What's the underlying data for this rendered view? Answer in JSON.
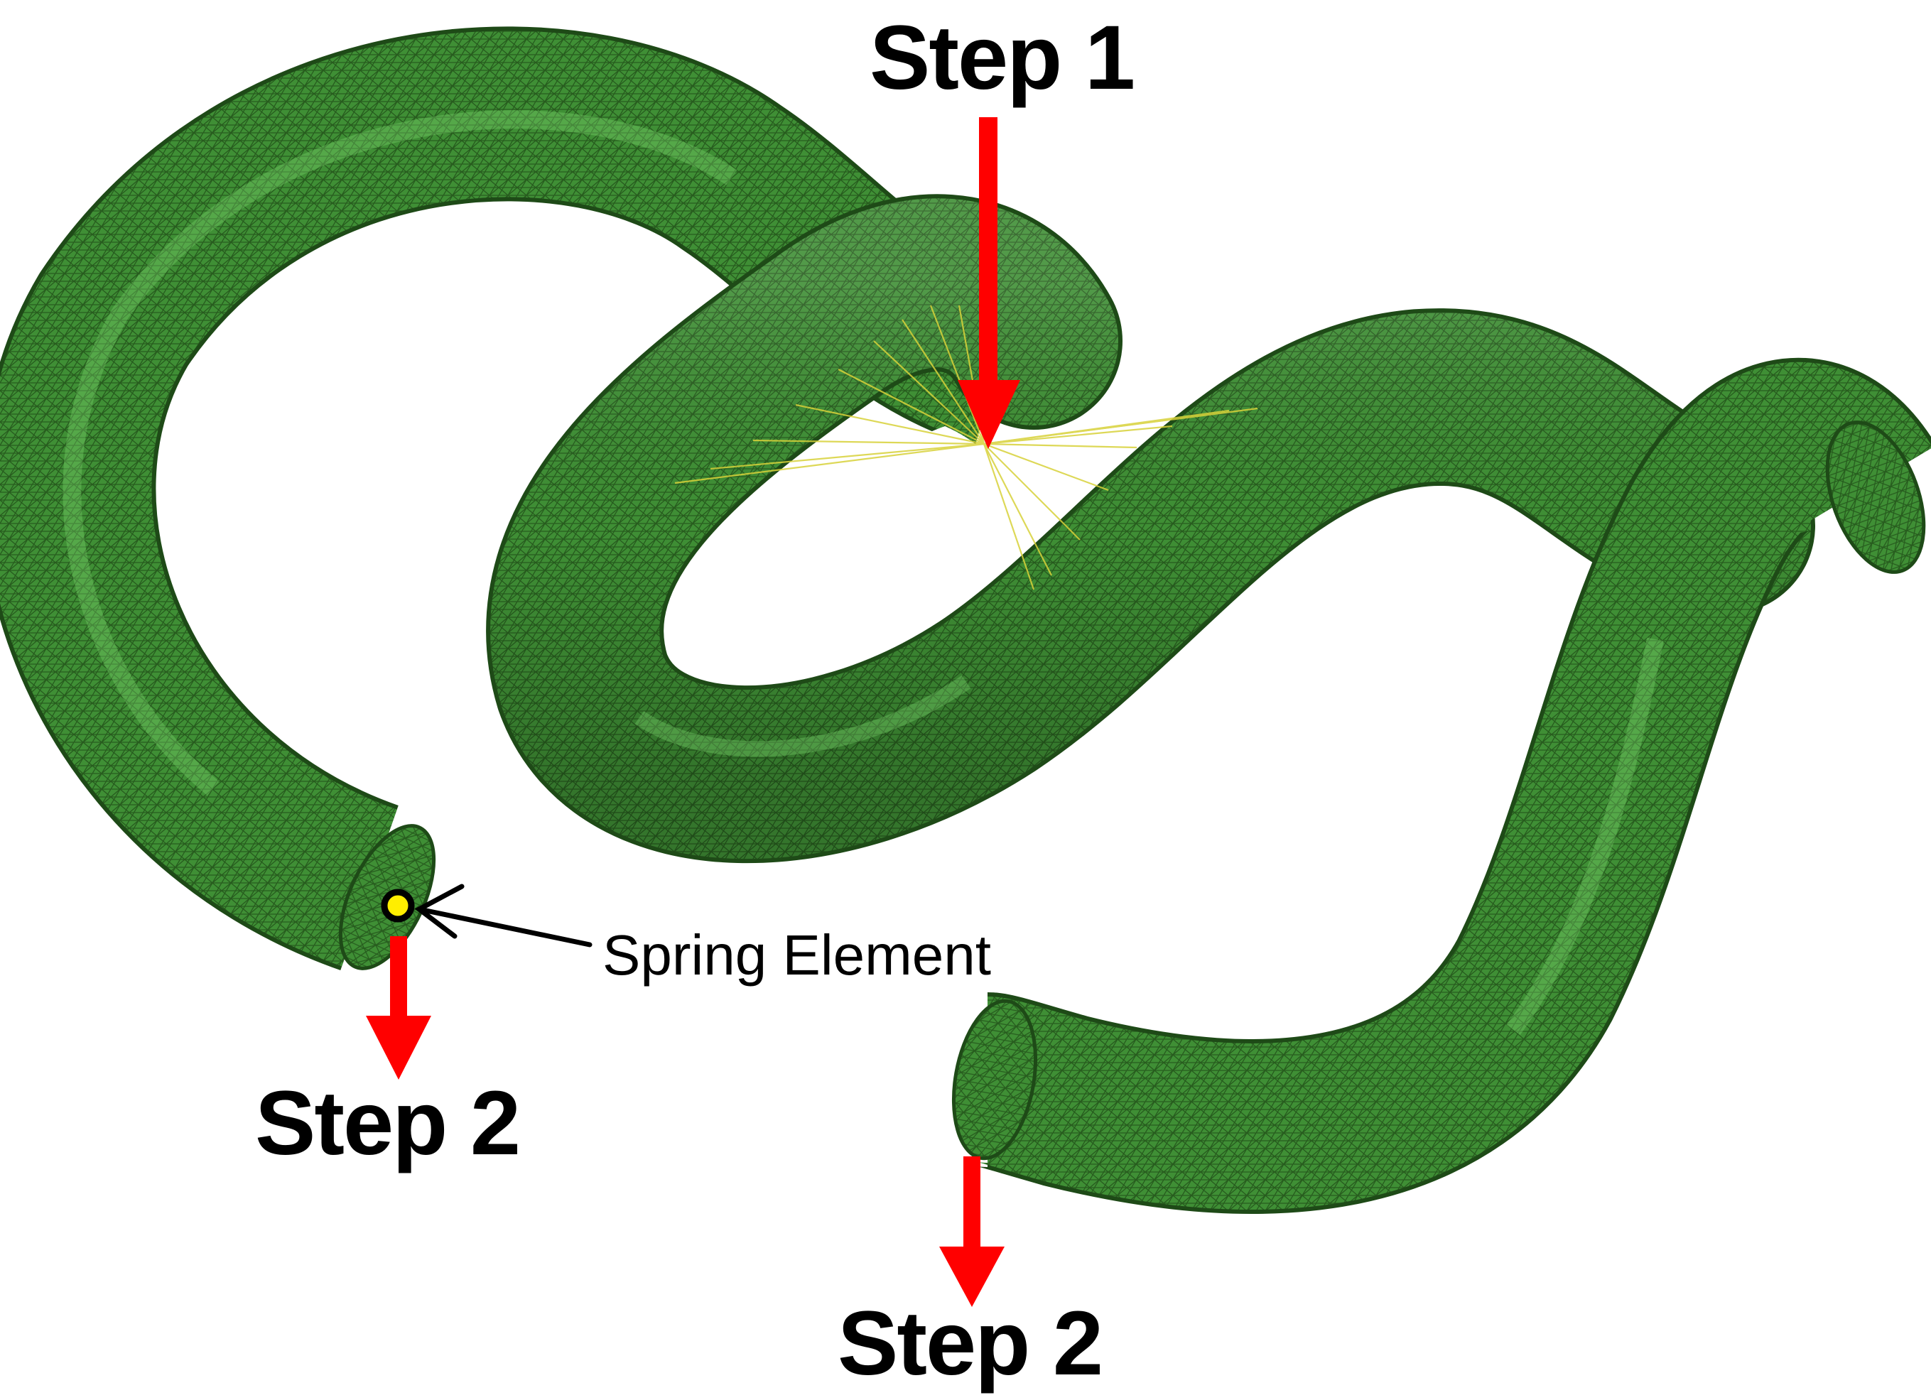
{
  "labels": {
    "step1": "Step 1",
    "step2_left": "Step 2",
    "step2_right": "Step 2",
    "spring_element": "Spring Element"
  },
  "colors": {
    "mesh_fill": "#3f8f35",
    "mesh_highlight": "#7fd870",
    "mesh_edge": "#1e4a17",
    "arrow": "#ff0000",
    "coupling_lines": "#d8d23a",
    "spring_marker": "#ffee00",
    "background": "#ffffff"
  },
  "icons": {
    "load_arrow": "arrow-down-icon",
    "spring": "spring-element-marker"
  }
}
